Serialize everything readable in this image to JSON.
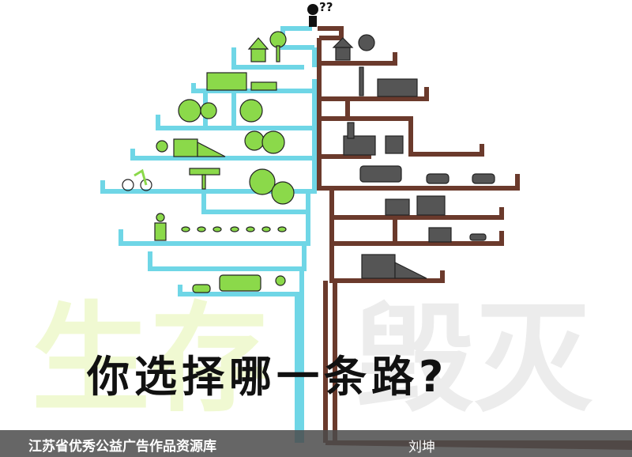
{
  "watermark": {
    "left": "生存",
    "right": "毁灭"
  },
  "question": "你选择哪一条路?",
  "figure_marks": "??",
  "footer": {
    "source": "江苏省优秀公益广告作品资源库",
    "author": "刘坤"
  },
  "colors": {
    "green_pipe": "#6fd6e6",
    "brown_pipe": "#6b3a2c",
    "accent_green": "#8bd94a",
    "smog": "#555555"
  }
}
